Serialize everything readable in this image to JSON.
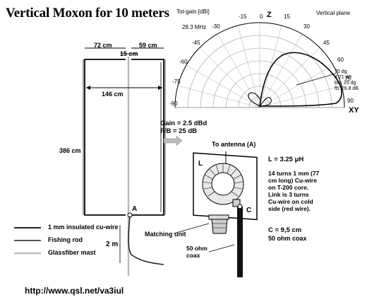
{
  "title": "Vertical Moxon for 10 meters",
  "url": "http://www.qsl.net/va3iul",
  "antenna": {
    "dim_top_left": "72 cm",
    "dim_top_right": "59 cm",
    "dim_gap": "15 cm",
    "dim_width": "146 cm",
    "dim_height": "386 cm",
    "dim_mast": "2 m",
    "feed_point": "A"
  },
  "legend": [
    {
      "label": "1 mm insulated cu-wire",
      "color": "#222222"
    },
    {
      "label": "Fishing rod",
      "color": "#555555"
    },
    {
      "label": "Glassfiber mast",
      "color": "#bbbbbb"
    }
  ],
  "performance": {
    "gain": "Gain = 2.5 dBd",
    "fb": "F/B = 25 dB"
  },
  "matching": {
    "to_antenna": "To antenna (A)",
    "label_L": "L",
    "label_C": "C",
    "matching_unit": "Matching unit",
    "coax": "50 ohm\ncoax",
    "inductance": "L = 3.25 μH",
    "coil_desc": "14 turns 1 mm (77 cm long) Cu-wire on T-200 core. Link is 3 turns Cu-wire on cold side (red wire).",
    "capacitance": "C = 9,5 cm",
    "coax_spec": "50 ohm coax"
  },
  "polar": {
    "header_left": "Tot-gain [dBi]",
    "header_right": "Vertical plane",
    "frequency": "28.3 MHz",
    "top_labels": {
      "left": "-15",
      "zero": "0",
      "z": "Z",
      "right": "15"
    },
    "angle_labels_left": [
      "-30",
      "-45",
      "-60",
      "-75",
      "-90"
    ],
    "angle_labels_right": [
      "30",
      "45",
      "60",
      "75",
      "90"
    ],
    "corner": "XY",
    "readout": [
      "70 dg",
      "4.71 dB",
      "bw: 25 dg",
      "fb: 26.8 dB"
    ]
  }
}
